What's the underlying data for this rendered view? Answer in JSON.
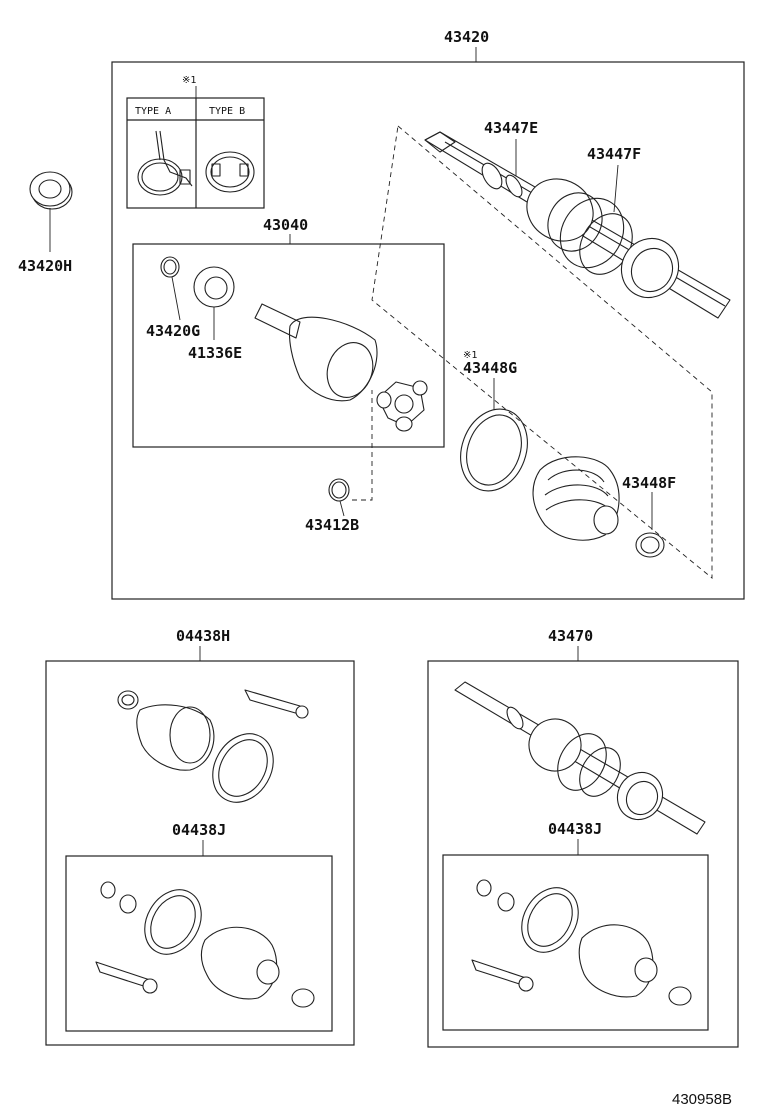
{
  "labels": {
    "p43420": "43420",
    "p43420H": "43420H",
    "note1_top": "※1",
    "type_a": "TYPE A",
    "type_b": "TYPE B",
    "p43447E": "43447E",
    "p43447F": "43447F",
    "p43040": "43040",
    "p43420G": "43420G",
    "p41336E": "41336E",
    "note1_mid": "※1",
    "p43448G": "43448G",
    "p43448F": "43448F",
    "p43412B": "43412B",
    "p04438H": "04438H",
    "p43470": "43470",
    "p04438J_left": "04438J",
    "p04438J_right": "04438J"
  },
  "reference_code": "430958B"
}
